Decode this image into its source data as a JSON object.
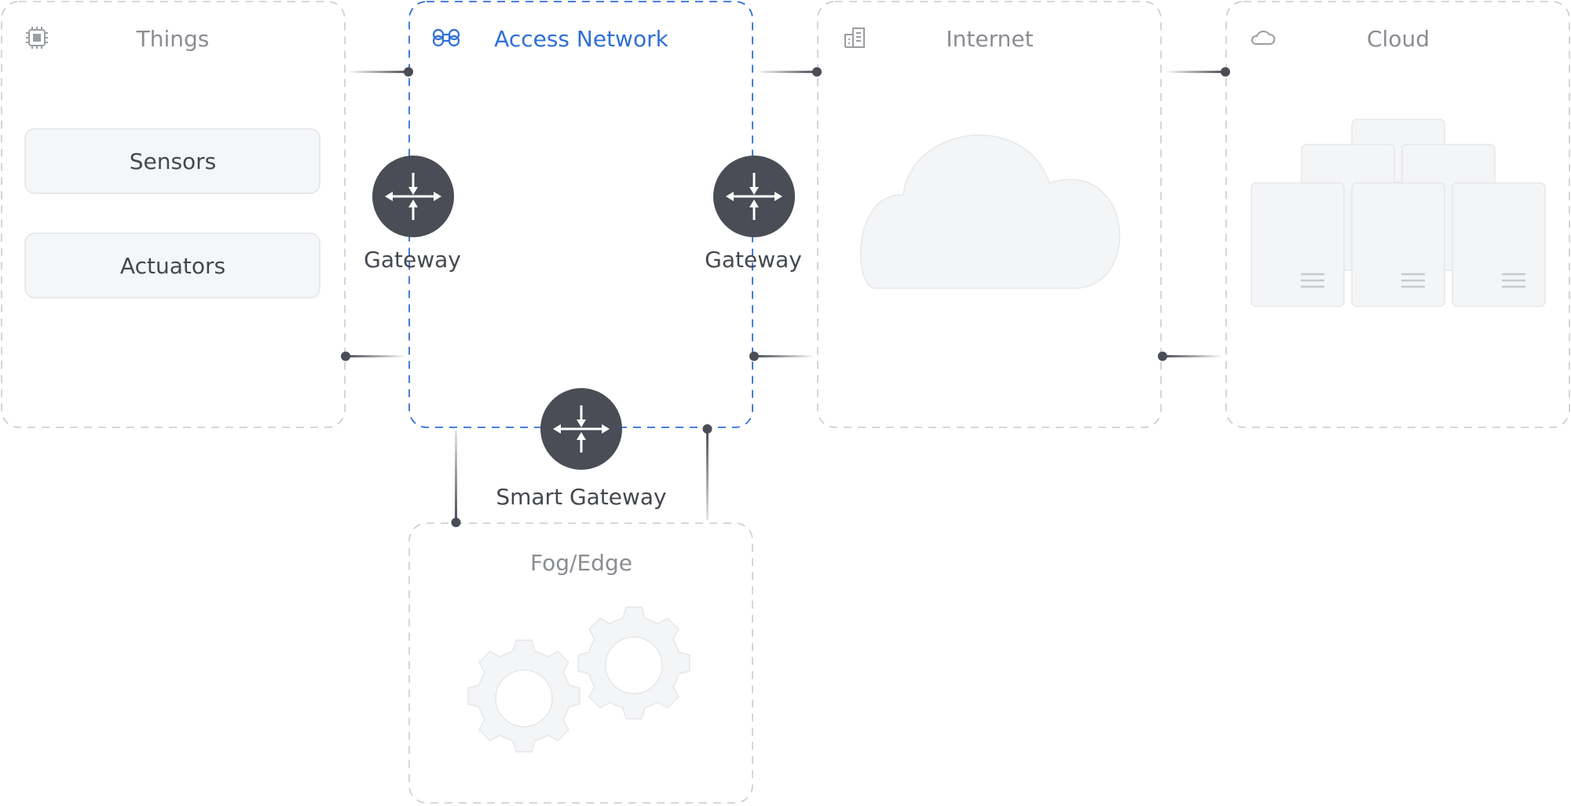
{
  "panels": {
    "things": {
      "title": "Things",
      "icon": "chip-icon"
    },
    "access": {
      "title": "Access Network",
      "icon": "command-icon"
    },
    "internet": {
      "title": "Internet",
      "icon": "building-icon"
    },
    "cloud": {
      "title": "Cloud",
      "icon": "cloud-icon"
    },
    "fog": {
      "title": "Fog/Edge"
    }
  },
  "things_items": [
    "Sensors",
    "Actuators"
  ],
  "gateways": {
    "left": "Gateway",
    "right": "Gateway",
    "smart": "Smart Gateway"
  },
  "colors": {
    "accent": "#2f6fd6",
    "node": "#4a4d55",
    "border": "#c9cbcf",
    "muted_text": "#8a8d93"
  }
}
